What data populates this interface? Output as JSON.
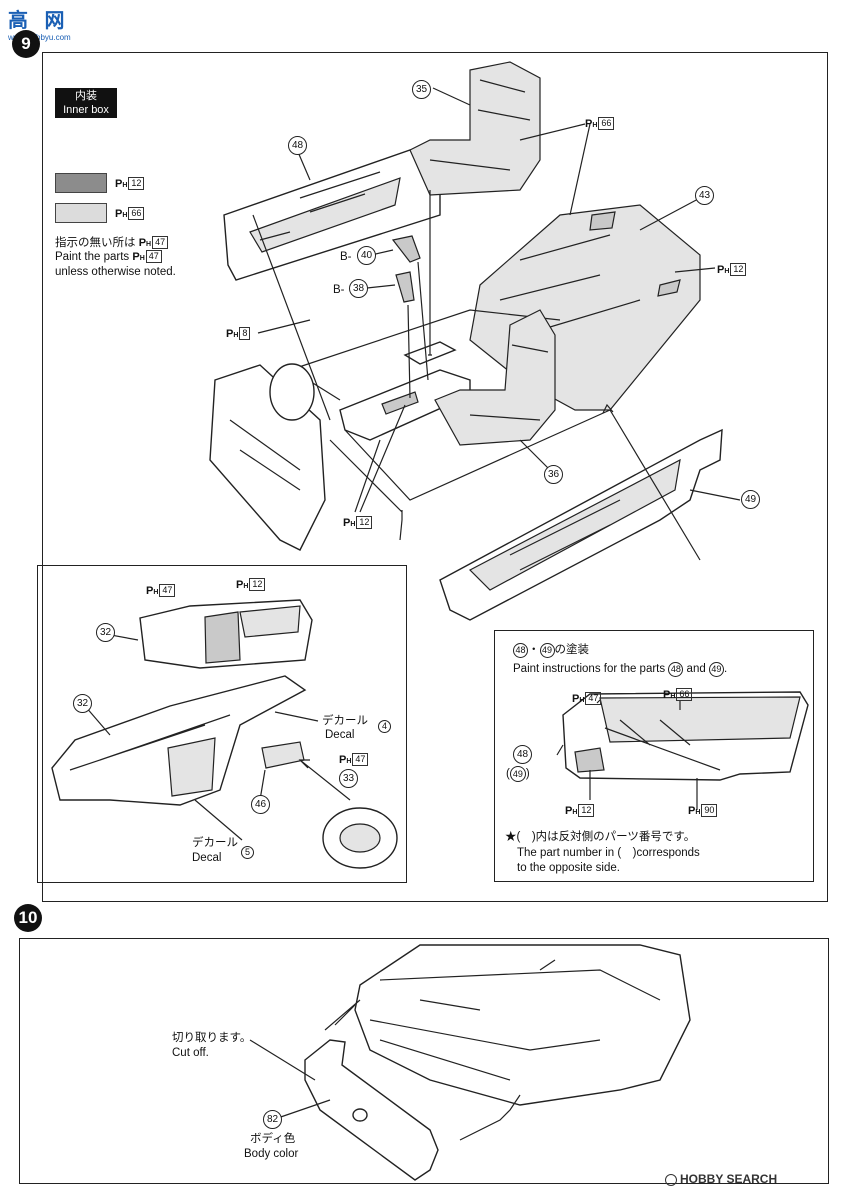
{
  "watermark": {
    "top_left_chars": "高",
    "top_left_chars_2": "网",
    "top_left_url": "www.hobbyu.com",
    "bottom_right_brand": "HOBBY SEARCH"
  },
  "steps": {
    "step9": "9",
    "step10": "10"
  },
  "inner_box_label": {
    "jp": "内装",
    "en": "Inner box"
  },
  "legend": {
    "code_prefix": "P",
    "code_sub": "H",
    "swatch1_num": "12",
    "swatch2_num": "66",
    "note_jp": "指示の無い所は",
    "note_num": "47",
    "note_en1": "Paint the parts",
    "note_en2": "unless otherwise noted.",
    "colors": {
      "dark": "#8c8c8c",
      "light": "#dcdcdc"
    }
  },
  "parts": {
    "p35": "35",
    "p48": "48",
    "p43": "43",
    "p40": "40",
    "p38": "38",
    "p36": "36",
    "p49": "49",
    "p32": "32",
    "p46": "46",
    "p33": "33",
    "p82": "82",
    "b_prefix": "B-"
  },
  "paint_codes": {
    "c66": "66",
    "c12": "12",
    "c8": "8",
    "c47": "47",
    "c90": "90"
  },
  "dash_box": {
    "decal": "デカール",
    "decal_en": "Decal",
    "decal_num_4": "4",
    "decal_num_5": "5"
  },
  "paint_box": {
    "title_sep": "・",
    "title_jp": "の塗装",
    "line_en_1": "Paint instructions for the parts",
    "line_en_and": "and",
    "line_en_end": ".",
    "bracket_open": "(",
    "bracket_close": ")",
    "note_jp": "★(　)内は反対側のパーツ番号です。",
    "note_en1": "The part number in (　)corresponds",
    "note_en2": "to the opposite side."
  },
  "step10_box": {
    "cut_jp": "切り取ります。",
    "cut_en": "Cut off.",
    "body_jp": "ボディ色",
    "body_en": "Body color"
  }
}
